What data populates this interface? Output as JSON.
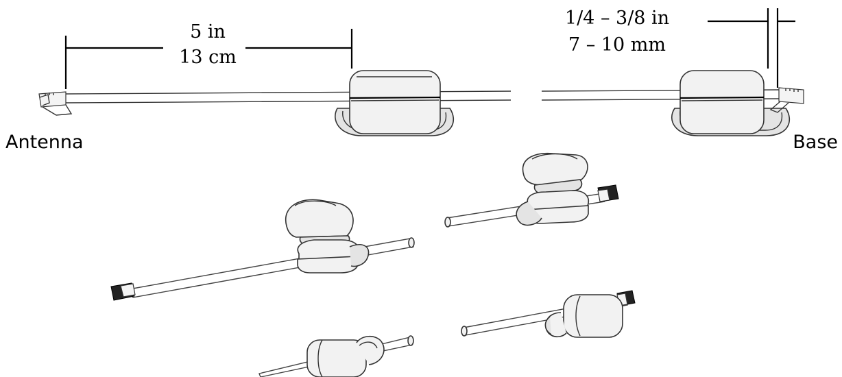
{
  "labels": {
    "left_end": "Antenna",
    "right_end": "Base"
  },
  "dimensions": {
    "distance": {
      "imperial": "5 in",
      "metric": "13 cm"
    },
    "gap": {
      "imperial": "1/4 – 3/8 in",
      "metric": "7 – 10 mm"
    }
  }
}
